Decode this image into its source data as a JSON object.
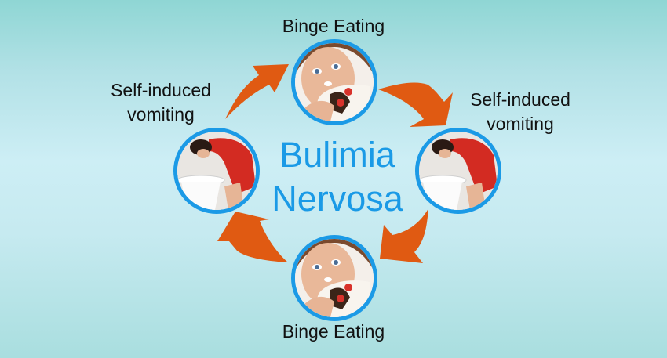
{
  "title": {
    "line1": "Bulimia",
    "line2": "Nervosa"
  },
  "nodes": {
    "top": {
      "label": "Binge Eating",
      "image": "woman-eating-cake"
    },
    "right": {
      "label_line1": "Self-induced",
      "label_line2": "vomiting",
      "image": "woman-vomiting-toilet"
    },
    "bottom": {
      "label": "Binge Eating",
      "image": "woman-eating-cake"
    },
    "left": {
      "label_line1": "Self-induced",
      "label_line2": "vomiting",
      "image": "woman-vomiting-toilet"
    }
  },
  "colors": {
    "title": "#1a9ae6",
    "circle_border": "#1b9ae6",
    "arrow": "#e05a12",
    "label": "#111111"
  },
  "cycle_direction": "clockwise"
}
